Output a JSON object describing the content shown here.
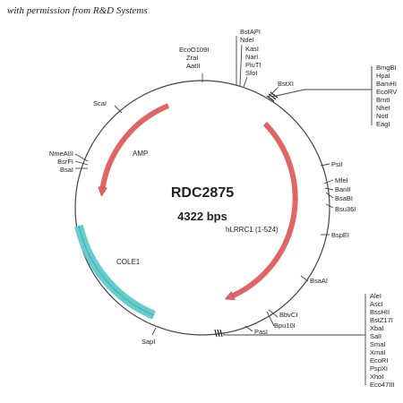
{
  "caption": "with permission from R&D Systems",
  "plasmid": {
    "name": "RDC2875",
    "size_label": "4322 bps",
    "size_bp": 4322
  },
  "features": [
    {
      "label": "AMP",
      "type": "arrow",
      "color": "#e06666"
    },
    {
      "label": "hLRRC1 (1-524)",
      "type": "arrow",
      "color": "#e06666"
    },
    {
      "label": "COLE1",
      "type": "block",
      "color": "#66cccc"
    }
  ],
  "sites": {
    "top_left": [
      "EcoO109I",
      "ZraI",
      "AatII"
    ],
    "top": [
      "BstAPI",
      "NdeI",
      "KasI",
      "NarI",
      "PluTI",
      "SfoI"
    ],
    "bstxi": "BstXI",
    "mcs_top": [
      "BmgBI",
      "HpaI",
      "BamHI",
      "EcoRV",
      "BmtI",
      "NheI",
      "NotI",
      "EagI"
    ],
    "scai": "ScaI",
    "left": [
      "NmeAIII",
      "BsrFI",
      "BsaI"
    ],
    "psii": "PsiI",
    "right_mid": [
      "MfeI",
      "BanII",
      "BsaBI"
    ],
    "bsu36i": "Bsu36I",
    "bspei": "BspEI",
    "bsaai": "BsaAI",
    "bottom_mid": [
      "BbvCI",
      "Bpu10I"
    ],
    "pasi": "PasI",
    "sapi": "SapI",
    "mcs_bottom": [
      "AleI",
      "AscI",
      "BssHII",
      "BstZ17I",
      "XbaI",
      "SalI",
      "SmaI",
      "XmaI",
      "EcoRI",
      "PspXI",
      "XhoI",
      "Eco47III"
    ]
  }
}
